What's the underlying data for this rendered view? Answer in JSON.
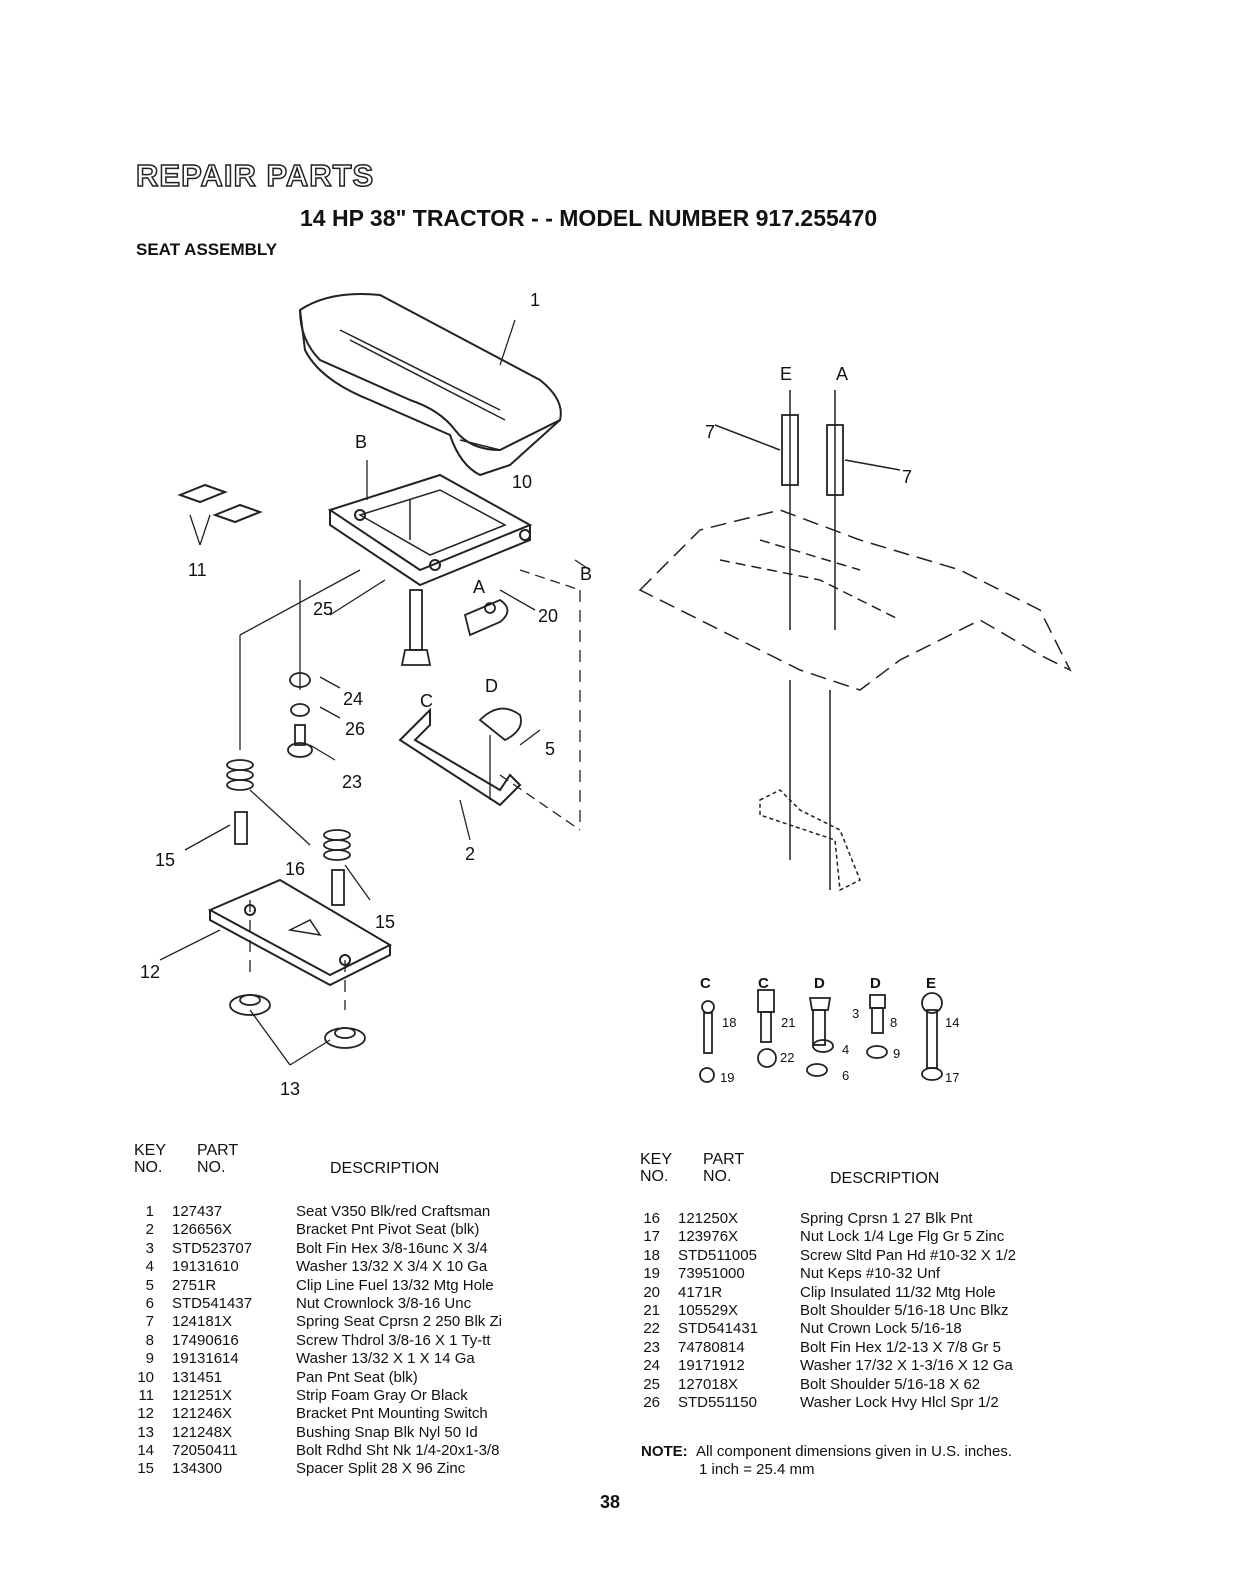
{
  "title": "REPAIR PARTS",
  "model_line": "14 HP 38\" TRACTOR - - MODEL NUMBER 917.255470",
  "section": "SEAT ASSEMBLY",
  "diagram": {
    "callouts": [
      "1",
      "2",
      "3",
      "4",
      "5",
      "6",
      "7",
      "7",
      "8",
      "9",
      "10",
      "11",
      "12",
      "13",
      "14",
      "15",
      "15",
      "16",
      "17",
      "18",
      "19",
      "20",
      "21",
      "22",
      "23",
      "24",
      "25",
      "26"
    ],
    "letters": [
      "A",
      "B",
      "C",
      "D",
      "E",
      "A",
      "B",
      "C",
      "C",
      "D",
      "D",
      "E"
    ]
  },
  "headers": {
    "key": "KEY",
    "no": "NO.",
    "part": "PART",
    "part_no": "NO.",
    "description": "DESCRIPTION"
  },
  "parts_left": [
    {
      "key": "1",
      "part": "127437",
      "desc": "Seat V350 Blk/red Craftsman"
    },
    {
      "key": "2",
      "part": "126656X",
      "desc": "Bracket Pnt Pivot Seat (blk)"
    },
    {
      "key": "3",
      "part": "STD523707",
      "desc": "Bolt Fin Hex 3/8-16unc X 3/4"
    },
    {
      "key": "4",
      "part": "19131610",
      "desc": "Washer 13/32 X 3/4 X 10 Ga"
    },
    {
      "key": "5",
      "part": "2751R",
      "desc": "Clip Line Fuel 13/32 Mtg Hole"
    },
    {
      "key": "6",
      "part": "STD541437",
      "desc": "Nut Crownlock 3/8-16 Unc"
    },
    {
      "key": "7",
      "part": "124181X",
      "desc": "Spring Seat Cprsn 2 250 Blk Zi"
    },
    {
      "key": "8",
      "part": "17490616",
      "desc": "Screw Thdrol 3/8-16 X 1 Ty-tt"
    },
    {
      "key": "9",
      "part": "19131614",
      "desc": "Washer 13/32 X 1 X 14 Ga"
    },
    {
      "key": "10",
      "part": "131451",
      "desc": "Pan Pnt Seat (blk)"
    },
    {
      "key": "11",
      "part": "121251X",
      "desc": "Strip Foam Gray Or Black"
    },
    {
      "key": "12",
      "part": "121246X",
      "desc": "Bracket Pnt Mounting Switch"
    },
    {
      "key": "13",
      "part": "121248X",
      "desc": "Bushing Snap Blk Nyl 50 Id"
    },
    {
      "key": "14",
      "part": "72050411",
      "desc": "Bolt Rdhd Sht Nk 1/4-20x1-3/8"
    },
    {
      "key": "15",
      "part": "134300",
      "desc": "Spacer Split 28 X 96 Zinc"
    }
  ],
  "parts_right": [
    {
      "key": "16",
      "part": "121250X",
      "desc": "Spring Cprsn 1 27 Blk Pnt"
    },
    {
      "key": "17",
      "part": "123976X",
      "desc": "Nut Lock 1/4 Lge Flg Gr 5 Zinc"
    },
    {
      "key": "18",
      "part": "STD511005",
      "desc": "Screw Sltd Pan Hd #10-32 X 1/2"
    },
    {
      "key": "19",
      "part": "73951000",
      "desc": "Nut Keps #10-32 Unf"
    },
    {
      "key": "20",
      "part": "4171R",
      "desc": "Clip Insulated 11/32 Mtg Hole"
    },
    {
      "key": "21",
      "part": "105529X",
      "desc": "Bolt Shoulder 5/16-18 Unc Blkz"
    },
    {
      "key": "22",
      "part": "STD541431",
      "desc": "Nut Crown Lock 5/16-18"
    },
    {
      "key": "23",
      "part": "74780814",
      "desc": "Bolt Fin Hex 1/2-13 X 7/8 Gr 5"
    },
    {
      "key": "24",
      "part": "19171912",
      "desc": "Washer 17/32 X 1-3/16 X 12 Ga"
    },
    {
      "key": "25",
      "part": "127018X",
      "desc": "Bolt Shoulder 5/16-18 X 62"
    },
    {
      "key": "26",
      "part": "STD551150",
      "desc": "Washer Lock Hvy Hlcl Spr 1/2"
    }
  ],
  "note": {
    "label": "NOTE:",
    "line1": "All component dimensions given in U.S. inches.",
    "line2": "1 inch = 25.4 mm"
  },
  "page_number": "38"
}
